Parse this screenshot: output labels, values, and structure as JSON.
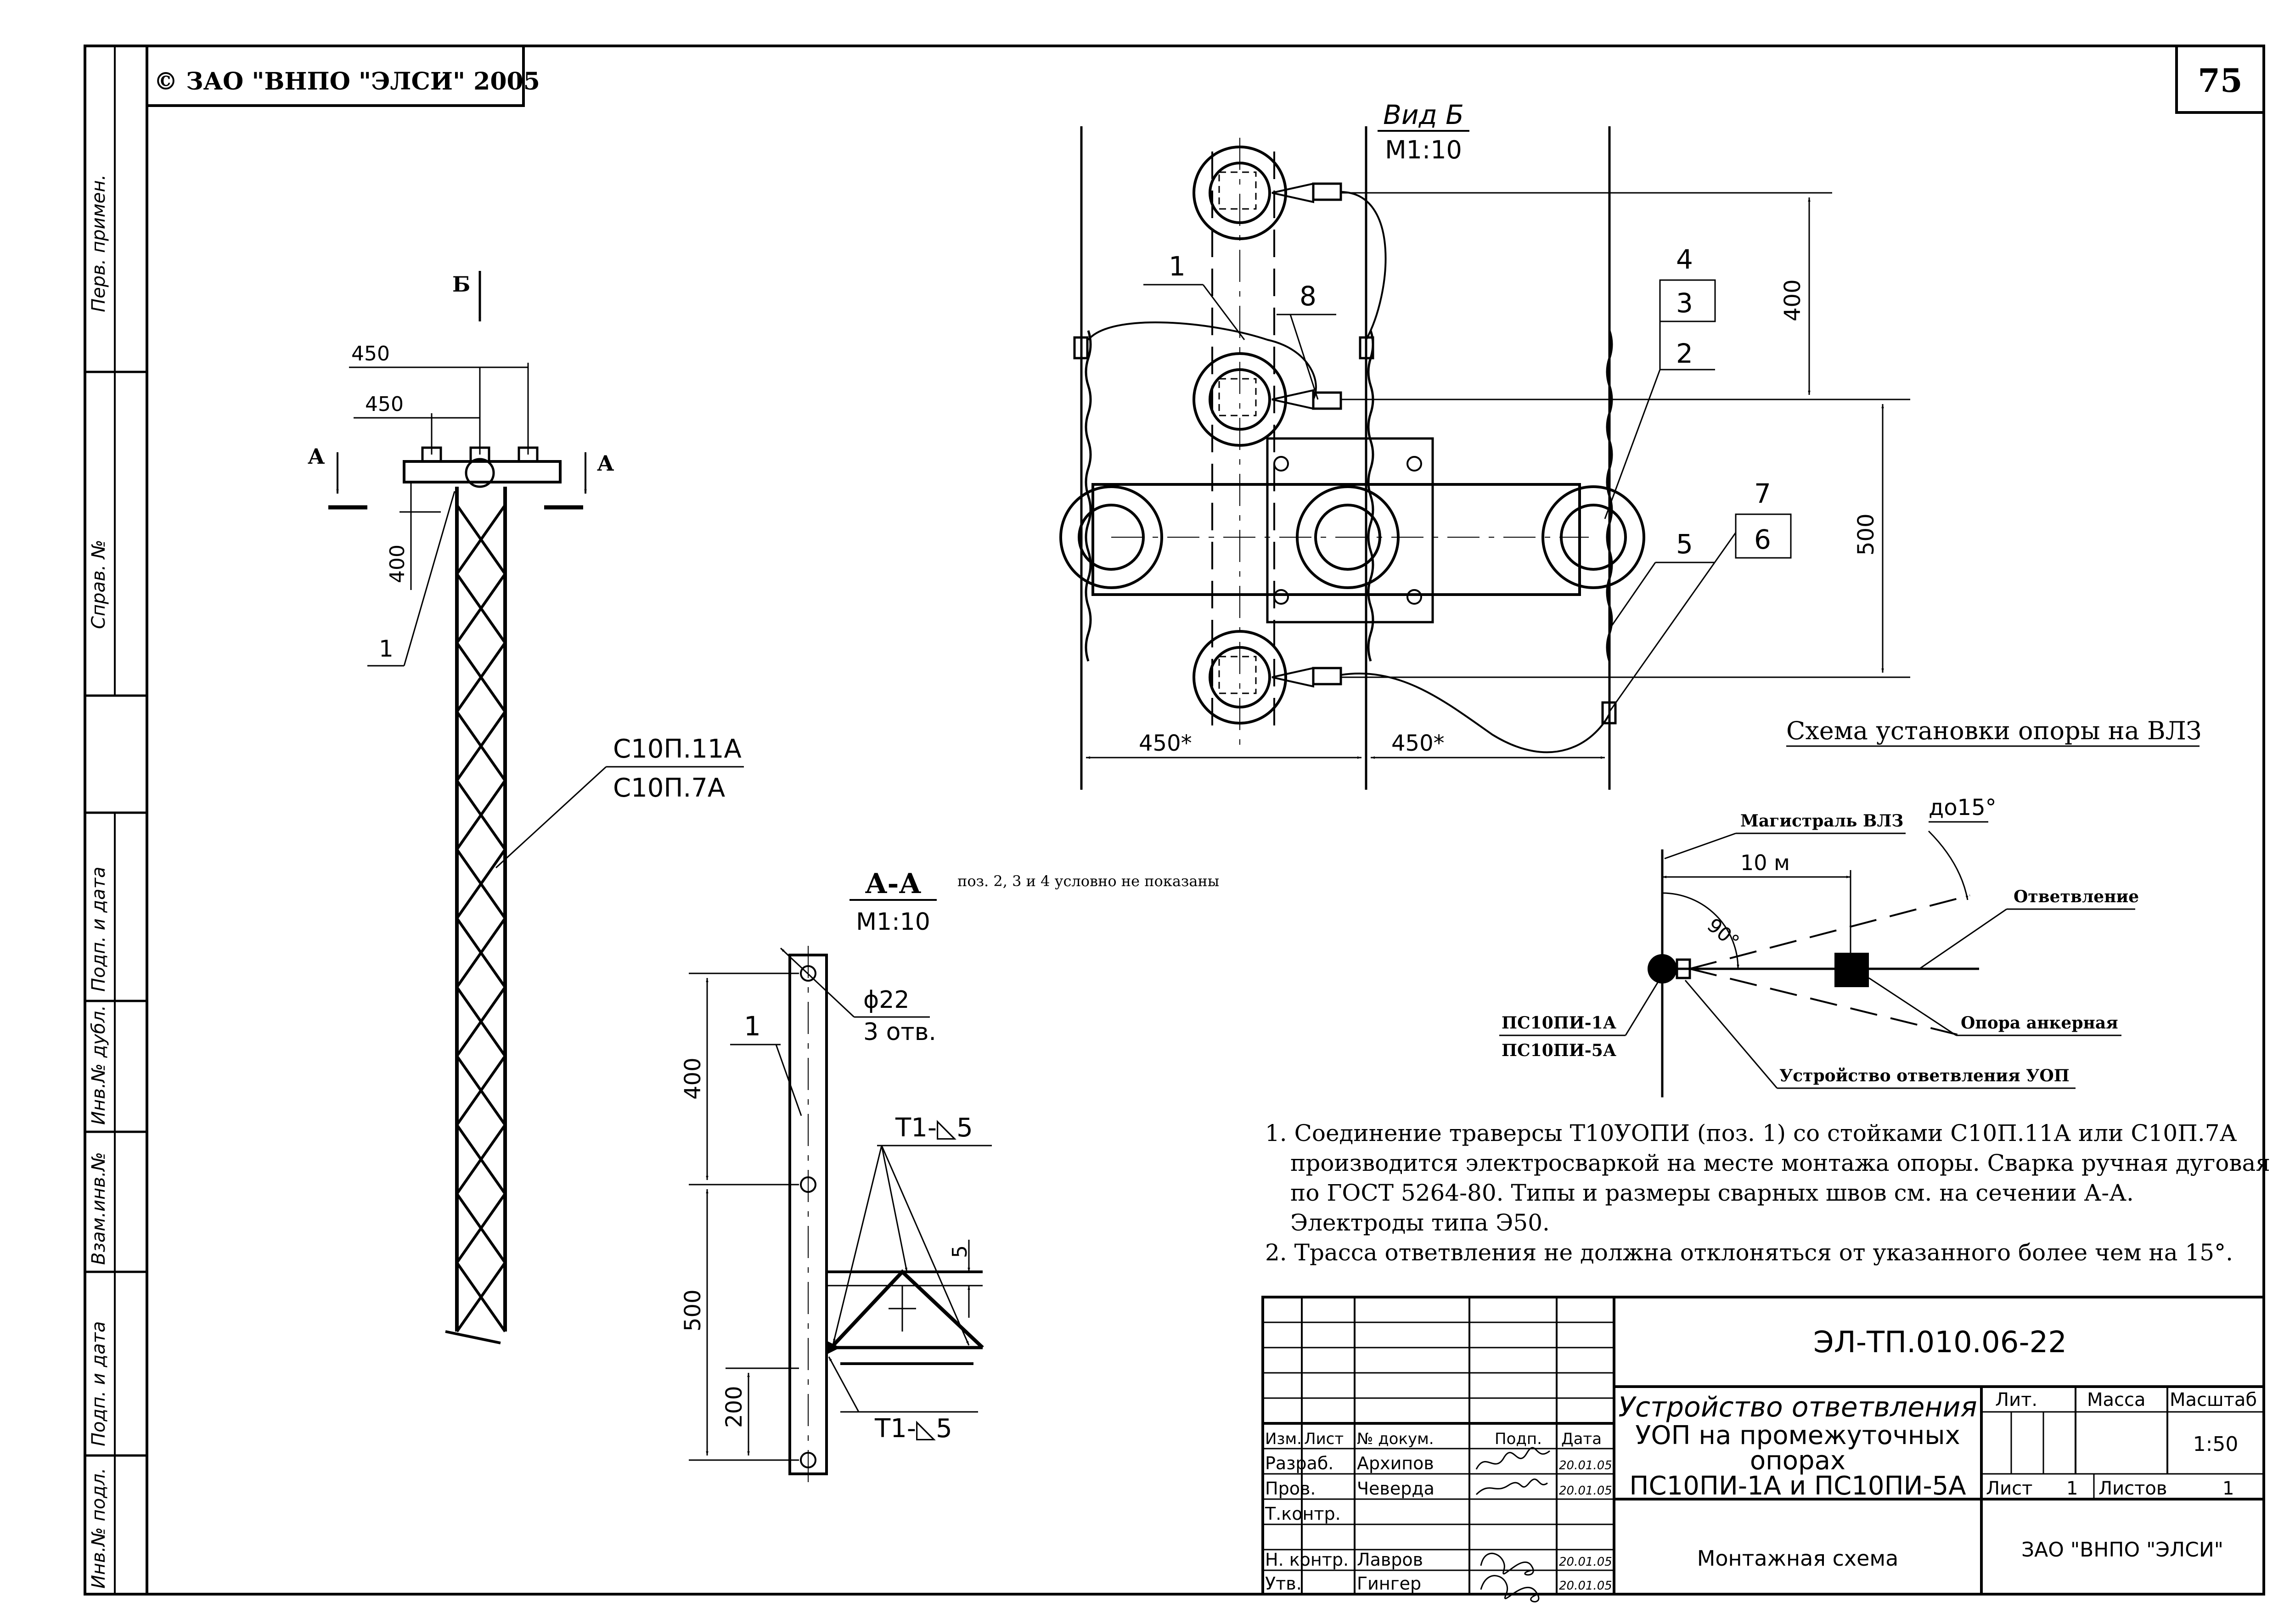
{
  "header": {
    "copyright": "© ЗАО \"ВНПО \"ЭЛСИ\" 2005",
    "page_number": "75"
  },
  "side_stamp": {
    "labels": [
      "Перв. примен.",
      "Справ. №",
      "Подп. и дата",
      "Инв.№ дубл.",
      "Взам.инв.№",
      "Подп. и дата",
      "Инв.№ подл."
    ]
  },
  "pole_view": {
    "arrow_b": "Б",
    "section_a_left": "А",
    "section_a_right": "А",
    "dim_450_top": "450",
    "dim_450_bottom": "450",
    "dim_400": "400",
    "callout_1": "1",
    "pole_type_1": "С10П.11А",
    "pole_type_2": "С10П.7А"
  },
  "view_b": {
    "title": "Вид Б",
    "scale": "М1:10",
    "callouts": [
      "1",
      "8",
      "4",
      "3",
      "2",
      "5",
      "7",
      "6"
    ],
    "dim_400": "400",
    "dim_500": "500",
    "dim_450_left": "450*",
    "dim_450_right": "450*"
  },
  "section_aa": {
    "title": "А-А",
    "note": "поз. 2, 3 и  4  условно не показаны",
    "scale": "М1:10",
    "callout_1": "1",
    "hole_dia": "ϕ22",
    "hole_count": "3 отв.",
    "weld_top": "Т1-◺5",
    "weld_bottom": "Т1-◺5",
    "dim_400": "400",
    "dim_500": "500",
    "dim_200": "200",
    "dim_5": "5"
  },
  "install_scheme": {
    "title": "Схема установки опоры на ВЛЗ",
    "main_line": "Магистраль ВЛЗ",
    "angle_max": "до15°",
    "distance": "10 м",
    "angle_90": "90°",
    "branch": "Ответвление",
    "anchor_pole": "Опора анкерная",
    "pole_label_1": "ПС10ПИ-1А",
    "pole_label_2": "ПС10ПИ-5А",
    "device": "Устройство ответвления УОП"
  },
  "notes": [
    "1. Соединение траверсы Т10УОПИ (поз. 1) со стойками С10П.11А или С10П.7А",
    "производится электросваркой на месте монтажа опоры. Сварка ручная дуговая",
    "по ГОСТ 5264-80. Типы и размеры сварных швов см. на сечении А-А.",
    "Электроды типа Э50.",
    "2. Трасса ответвления не должна отклоняться от указанного более чем на 15°."
  ],
  "title_block": {
    "doc_code": "ЭЛ-ТП.010.06-22",
    "title_lines": [
      "Устройство ответвления",
      "УОП на промежуточных",
      "опорах",
      "ПС10ПИ-1А и ПС10ПИ-5А"
    ],
    "drawing_type": "Монтажная схема",
    "col_headers": [
      "Изм.",
      "Лист",
      "№ докум.",
      "Подп.",
      "Дата"
    ],
    "rows": [
      {
        "role": "Разраб.",
        "name": "Архипов",
        "date": "20.01.05"
      },
      {
        "role": "Пров.",
        "name": "Чеверда",
        "date": "20.01.05"
      },
      {
        "role": "Т.контр.",
        "name": "",
        "date": ""
      },
      {
        "role": "Н. контр.",
        "name": "Лавров",
        "date": "20.01.05"
      },
      {
        "role": "Утв.",
        "name": "Гингер",
        "date": "20.01.05"
      }
    ],
    "lit_label": "Лит.",
    "mass_label": "Масса",
    "scale_label": "Масштаб",
    "scale_value": "1:50",
    "sheet_label": "Лист",
    "sheet_value": "1",
    "sheets_label": "Листов",
    "sheets_value": "1",
    "company": "ЗАО \"ВНПО \"ЭЛСИ\""
  }
}
